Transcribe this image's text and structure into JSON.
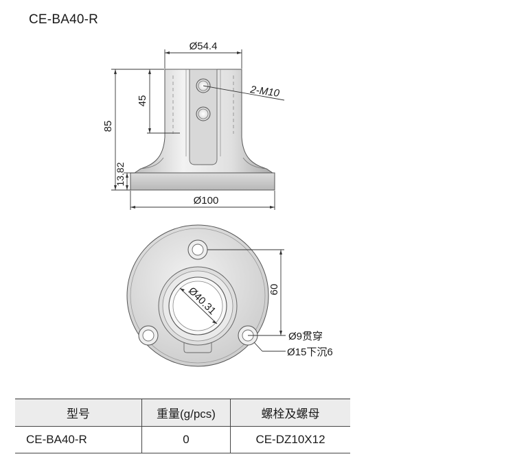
{
  "title": "CE-BA40-R",
  "dimensions": {
    "top_diameter": "Ø54.4",
    "thread": "2-M10",
    "height_45": "45",
    "height_85": "85",
    "base_thickness": "13.82",
    "base_diameter": "Ø100",
    "hole_spacing": "60",
    "inner_diameter": "Ø40.31",
    "through_hole": "Ø9贯穿",
    "counterbore": "Ø15下沉6"
  },
  "table": {
    "headers": [
      "型号",
      "重量(g/pcs)",
      "螺栓及螺母"
    ],
    "rows": [
      [
        "CE-BA40-R",
        "0",
        "CE-DZ10X12"
      ]
    ]
  }
}
